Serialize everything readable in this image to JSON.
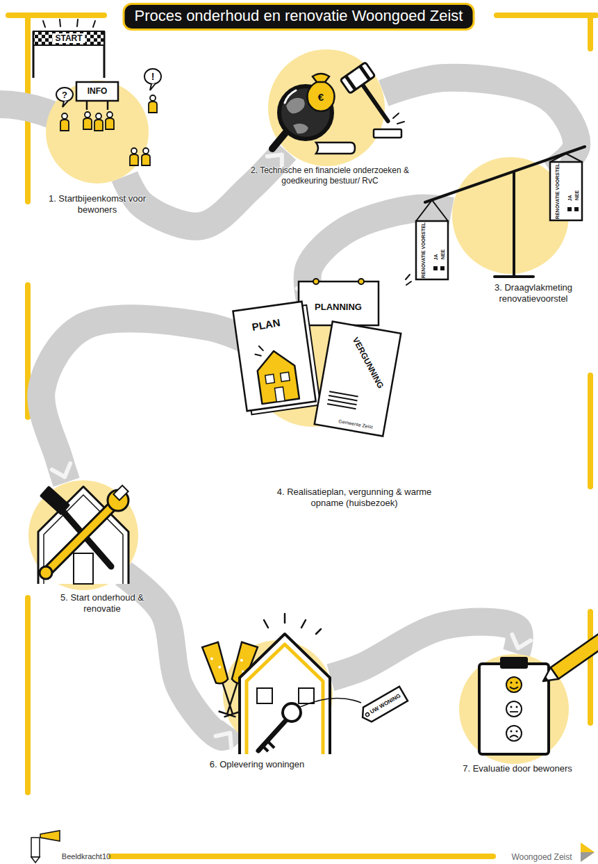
{
  "diagram": {
    "title": "Proces onderhoud en renovatie Woongoed Zeist",
    "nodes": [
      {
        "text": [
          "1. Startbijeenkomst voor bewoners"
        ]
      },
      {
        "text": [
          "2. Technische en financiele onderzoeken & goedkeuring bestuur/ RvC"
        ]
      },
      {
        "text": [
          "3. Draagvlakmeting renovatievoorstel"
        ]
      },
      {
        "text": [
          "4. Realisatieplan, vergunning & warme opname (huisbezoek)"
        ]
      },
      {
        "text": [
          "5. Start onderhoud & renovatie"
        ]
      },
      {
        "text": [
          "6. Oplevering woningen"
        ]
      },
      {
        "text": [
          "7. Evaluatie door bewoners"
        ]
      }
    ],
    "edges": [
      {
        "from": 0,
        "to": 1,
        "arrow": "to"
      },
      {
        "from": 1,
        "to": 2,
        "arrow": "to"
      },
      {
        "from": 2,
        "to": 3,
        "arrow": "to"
      },
      {
        "from": 3,
        "to": 4,
        "arrow": "to"
      },
      {
        "from": 4,
        "to": 5,
        "arrow": "to"
      },
      {
        "from": 5,
        "to": 6,
        "arrow": "to"
      }
    ],
    "labels": [
      "START",
      "INFO",
      "?",
      "!",
      "€",
      "RENOVATIE VOORSTEL",
      "JA",
      "NEE",
      "RENOVATIE VOORSTEL",
      "JA",
      "NEE",
      "PLANNING",
      "PLAN",
      "VERGUNNING",
      "Gemeente Zeist",
      "UW WONING",
      "Beeldkracht10",
      "Woongoed Zeist"
    ]
  }
}
